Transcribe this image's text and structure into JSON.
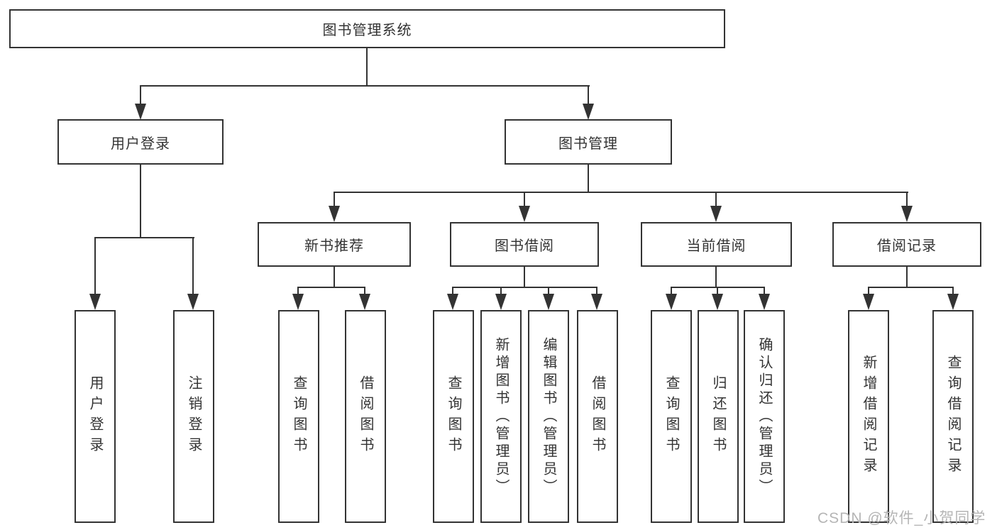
{
  "colors": {
    "line": "#333333",
    "box_border": "#333333",
    "box_fill": "#ffffff",
    "text": "#333333",
    "watermark": "#b5b5b5",
    "background": "#ffffff"
  },
  "watermark": {
    "text": "CSDN @软件_小贺同学"
  },
  "tree": {
    "label": "图书管理系统",
    "children": [
      {
        "label": "用户登录",
        "children": [
          {
            "label": "用户登录"
          },
          {
            "label": "注销登录"
          }
        ]
      },
      {
        "label": "图书管理",
        "children": [
          {
            "label": "新书推荐",
            "children": [
              {
                "label": "查询图书"
              },
              {
                "label": "借阅图书"
              }
            ]
          },
          {
            "label": "图书借阅",
            "children": [
              {
                "label": "查询图书"
              },
              {
                "label": "新增图书（管理员）"
              },
              {
                "label": "编辑图书（管理员）"
              },
              {
                "label": "借阅图书"
              }
            ]
          },
          {
            "label": "当前借阅",
            "children": [
              {
                "label": "查询图书"
              },
              {
                "label": "归还图书"
              },
              {
                "label": "确认归还（管理员）"
              }
            ]
          },
          {
            "label": "借阅记录",
            "children": [
              {
                "label": "新增借阅记录"
              },
              {
                "label": "查询借阅记录"
              }
            ]
          }
        ]
      }
    ]
  }
}
